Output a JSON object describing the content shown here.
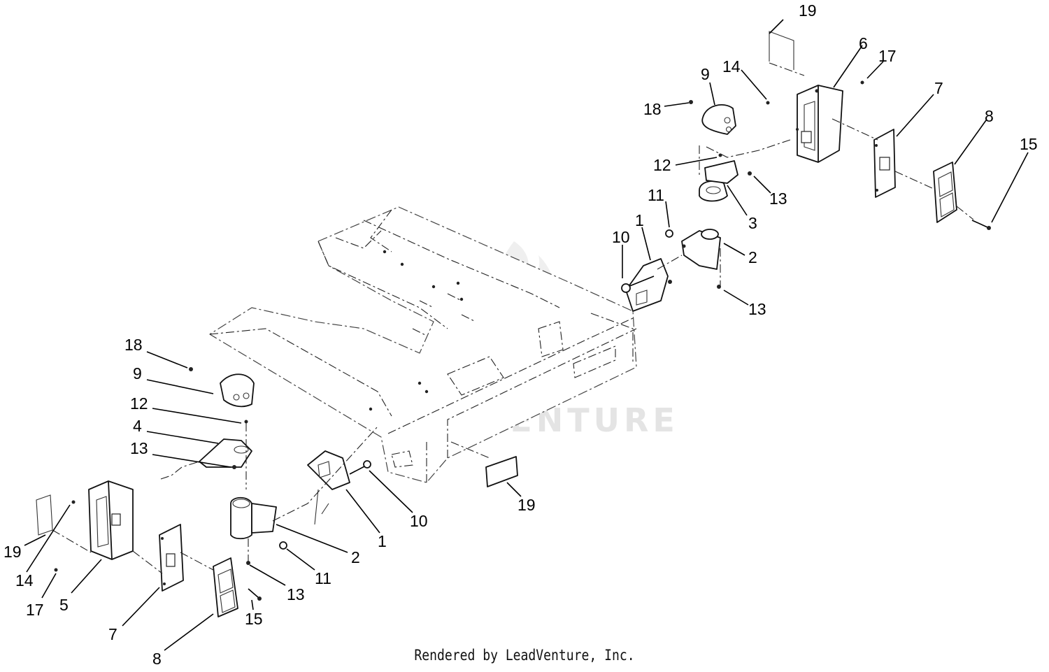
{
  "watermark": {
    "text": "LEADVENTURE"
  },
  "footer": {
    "credit": "Rendered by LeadVenture, Inc."
  },
  "callouts": {
    "c1a": "1",
    "c1b": "1",
    "c2a": "2",
    "c2b": "2",
    "c3": "3",
    "c4": "4",
    "c5": "5",
    "c6": "6",
    "c7a": "7",
    "c7b": "7",
    "c8a": "8",
    "c8b": "8",
    "c9a": "9",
    "c9b": "9",
    "c10a": "10",
    "c10b": "10",
    "c11a": "11",
    "c11b": "11",
    "c12a": "12",
    "c12b": "12",
    "c13a": "13",
    "c13b": "13",
    "c13c": "13",
    "c13d": "13",
    "c14a": "14",
    "c14b": "14",
    "c15a": "15",
    "c15b": "15",
    "c17a": "17",
    "c17b": "17",
    "c18a": "18",
    "c18b": "18",
    "c19a": "19",
    "c19b": "19",
    "c19c": "19"
  }
}
